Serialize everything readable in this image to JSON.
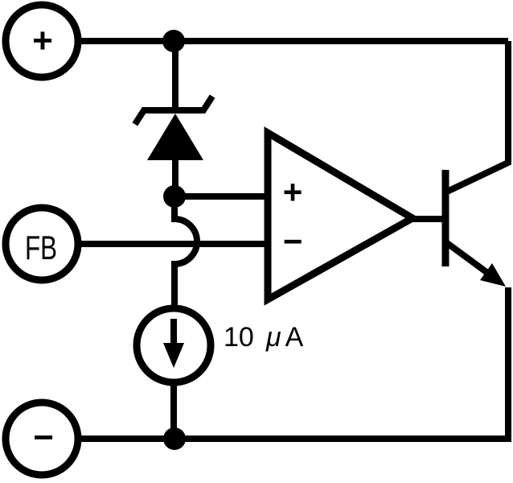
{
  "colors": {
    "ink": "#000000",
    "background": "#ffffff"
  },
  "terminals": {
    "positive": {
      "label": "+"
    },
    "feedback": {
      "label": "FB"
    },
    "negative": {
      "label": "−"
    }
  },
  "comparator": {
    "noninverting_label": "+",
    "inverting_label": "−"
  },
  "current_source": {
    "value": "10",
    "unit_mu": "μ",
    "unit_letter": "A",
    "full_label": "10 μA"
  },
  "components": {
    "zener": "zener-diode",
    "comparator": "comparator-amplifier",
    "transistor": "npn-transistor",
    "source": "current-source-10uA"
  }
}
